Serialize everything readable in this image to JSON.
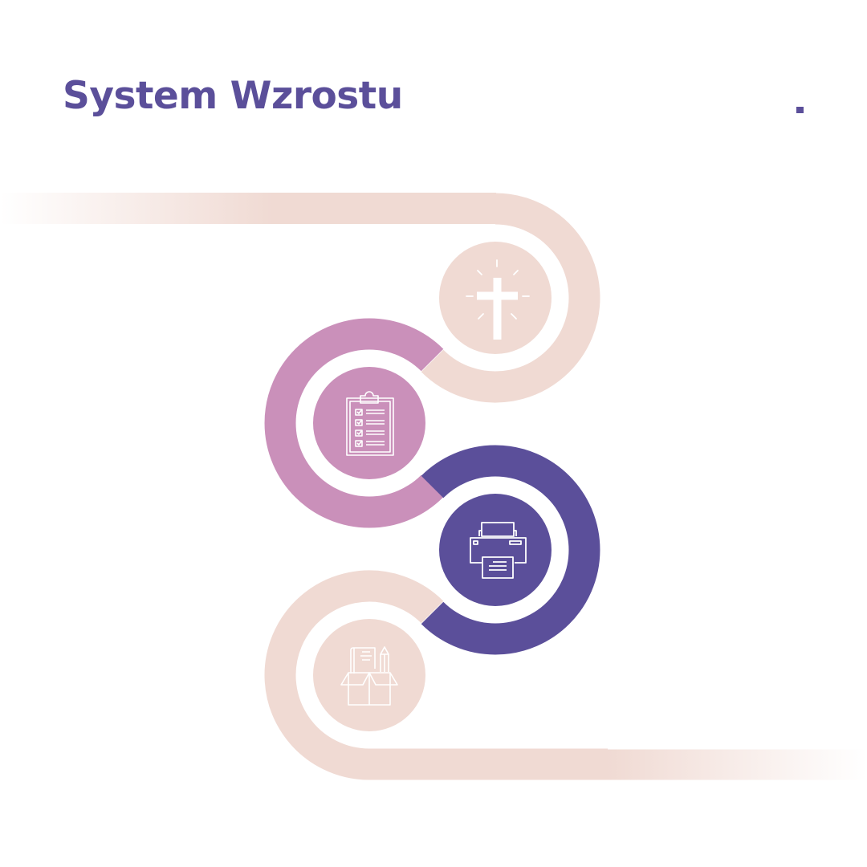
{
  "header": {
    "title": "System Wzrostu",
    "accent_dot": "."
  },
  "colors": {
    "title": "#5b4f9a",
    "peach": "#f0dad3",
    "pink": "#ca90ba",
    "purple": "#5b4f9a",
    "icon_stroke": "#ffffff"
  },
  "steps": [
    {
      "id": 1,
      "icon": "cross-icon",
      "color": "peach"
    },
    {
      "id": 2,
      "icon": "clipboard-checklist-icon",
      "color": "pink"
    },
    {
      "id": 3,
      "icon": "printer-icon",
      "color": "purple"
    },
    {
      "id": 4,
      "icon": "box-supplies-icon",
      "color": "peach"
    }
  ]
}
